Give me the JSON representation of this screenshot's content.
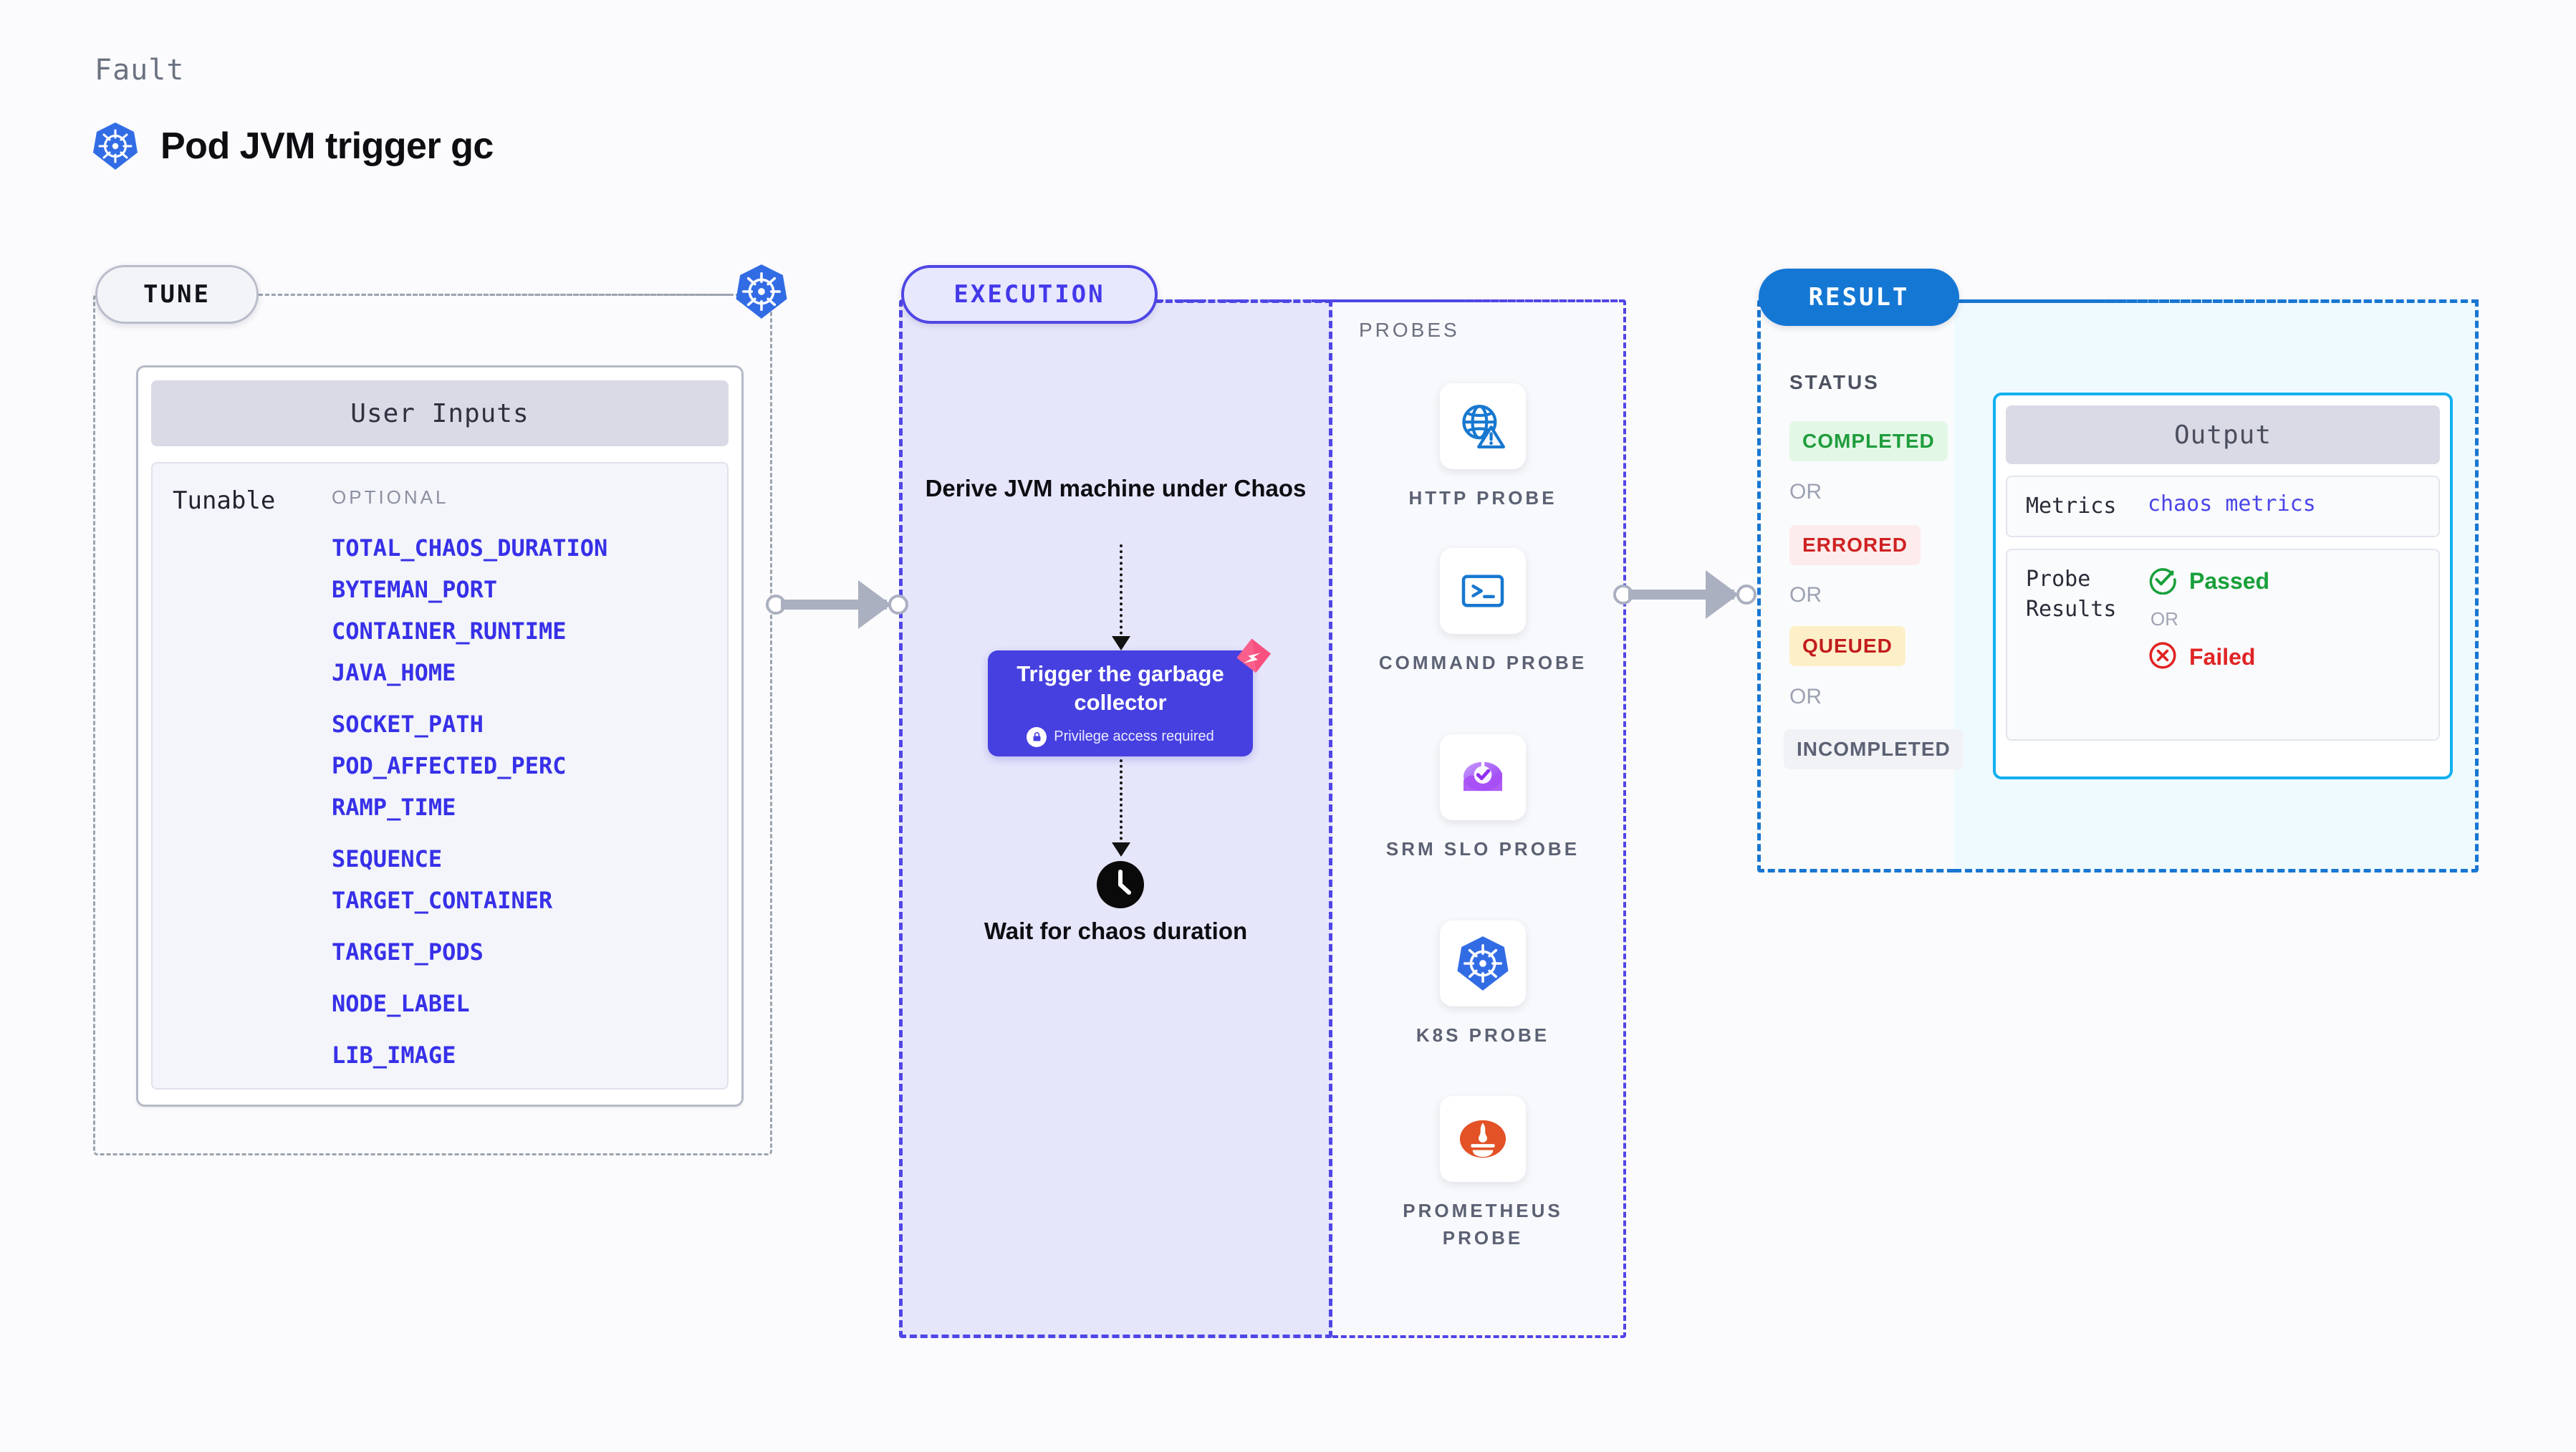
{
  "header": {
    "kicker": "Fault",
    "title": "Pod JVM trigger gc",
    "icon": "kubernetes-icon"
  },
  "stages": {
    "tune": {
      "label": "TUNE"
    },
    "execution": {
      "label": "EXECUTION"
    },
    "result": {
      "label": "RESULT"
    }
  },
  "tune": {
    "card_title": "User Inputs",
    "group_label": "Tunable",
    "optional_label": "OPTIONAL",
    "params": [
      "TOTAL_CHAOS_DURATION",
      "BYTEMAN_PORT",
      "CONTAINER_RUNTIME",
      "JAVA_HOME",
      "SOCKET_PATH",
      "POD_AFFECTED_PERC",
      "RAMP_TIME",
      "SEQUENCE",
      "TARGET_CONTAINER",
      "TARGET_PODS",
      "NODE_LABEL",
      "LIB_IMAGE"
    ],
    "param_colour": "#3730e8"
  },
  "execution": {
    "step_derive": "Derive JVM machine under Chaos",
    "action_card": {
      "title": "Trigger the garbage collector",
      "note": "Privilege access required",
      "note_icon": "lock-icon",
      "badge_icon": "chaos-ribbon-icon",
      "background": "#4640e0"
    },
    "step_wait": "Wait for chaos duration",
    "wait_icon": "clock-icon"
  },
  "probes": {
    "label": "PROBES",
    "items": [
      {
        "name": "HTTP PROBE",
        "icon": "globe-warning-icon"
      },
      {
        "name": "COMMAND PROBE",
        "icon": "terminal-icon"
      },
      {
        "name": "SRM SLO PROBE",
        "icon": "srm-slo-icon"
      },
      {
        "name": "K8S PROBE",
        "icon": "kubernetes-icon"
      },
      {
        "name": "PROMETHEUS PROBE",
        "icon": "prometheus-icon"
      }
    ]
  },
  "result": {
    "status_label": "STATUS",
    "or_label": "OR",
    "statuses": [
      {
        "label": "COMPLETED",
        "fg": "#1f9d3d",
        "bg": "#e3f7e6"
      },
      {
        "label": "ERRORED",
        "fg": "#cf2222",
        "bg": "#fdecec"
      },
      {
        "label": "QUEUED",
        "fg": "#c21d1d",
        "bg": "#fdf0c8"
      },
      {
        "label": "INCOMPLETED",
        "fg": "#5c6274",
        "bg": "#f1f2f6"
      }
    ]
  },
  "output": {
    "card_title": "Output",
    "metrics_key": "Metrics",
    "metrics_value": "chaos metrics",
    "probe_results_key": "Probe Results",
    "or_label": "OR",
    "passed_label": "Passed",
    "passed_icon": "check-circle-icon",
    "failed_label": "Failed",
    "failed_icon": "x-circle-icon"
  },
  "colors": {
    "accent_execution": "#4f46e5",
    "accent_result": "#1876d2",
    "accent_output": "#13b0f0",
    "k8s_blue": "#326ce5",
    "ribbon_pink": "#f8507f"
  }
}
